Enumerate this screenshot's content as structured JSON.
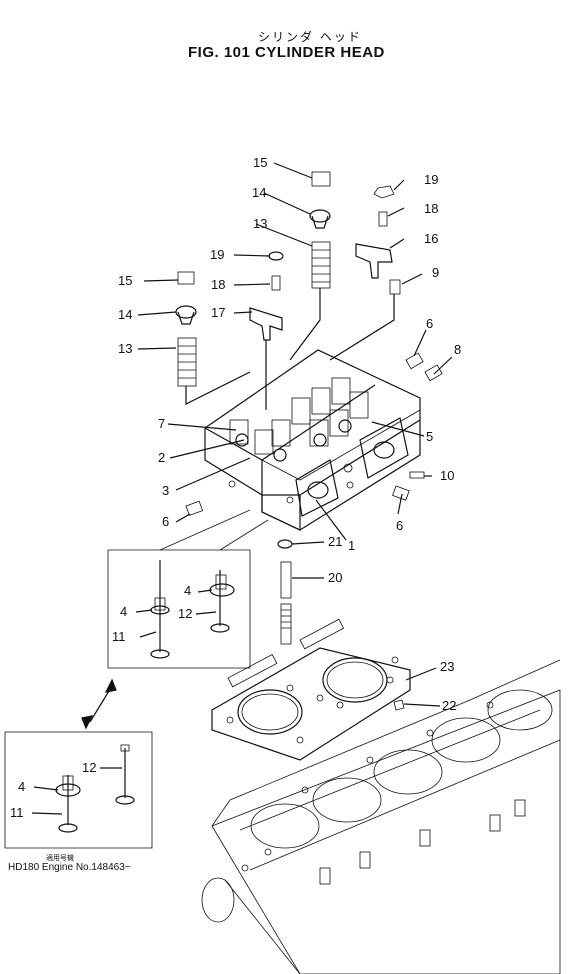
{
  "title_jp": "シリンダ ヘッド",
  "title": "FIG. 101  CYLINDER HEAD",
  "labels": {
    "l1": "1",
    "l2": "2",
    "l3": "3",
    "l4a": "4",
    "l4b": "4",
    "l5": "5",
    "l6a": "6",
    "l6b": "6",
    "l6c": "6",
    "l7": "7",
    "l8": "8",
    "l9": "9",
    "l10": "10",
    "l11a": "11",
    "l11b": "11",
    "l12a": "12",
    "l12b": "12",
    "l13a": "13",
    "l13b": "13",
    "l14a": "14",
    "l14b": "14",
    "l15a": "15",
    "l15b": "15",
    "l16": "16",
    "l17": "17",
    "l18a": "18",
    "l18b": "18",
    "l19a": "19",
    "l19b": "19",
    "l20": "20",
    "l21": "21",
    "l22": "22",
    "l23": "23"
  },
  "applicability_note_jp": "適用号機",
  "applicability_note": "HD180 Engine No.148463~"
}
